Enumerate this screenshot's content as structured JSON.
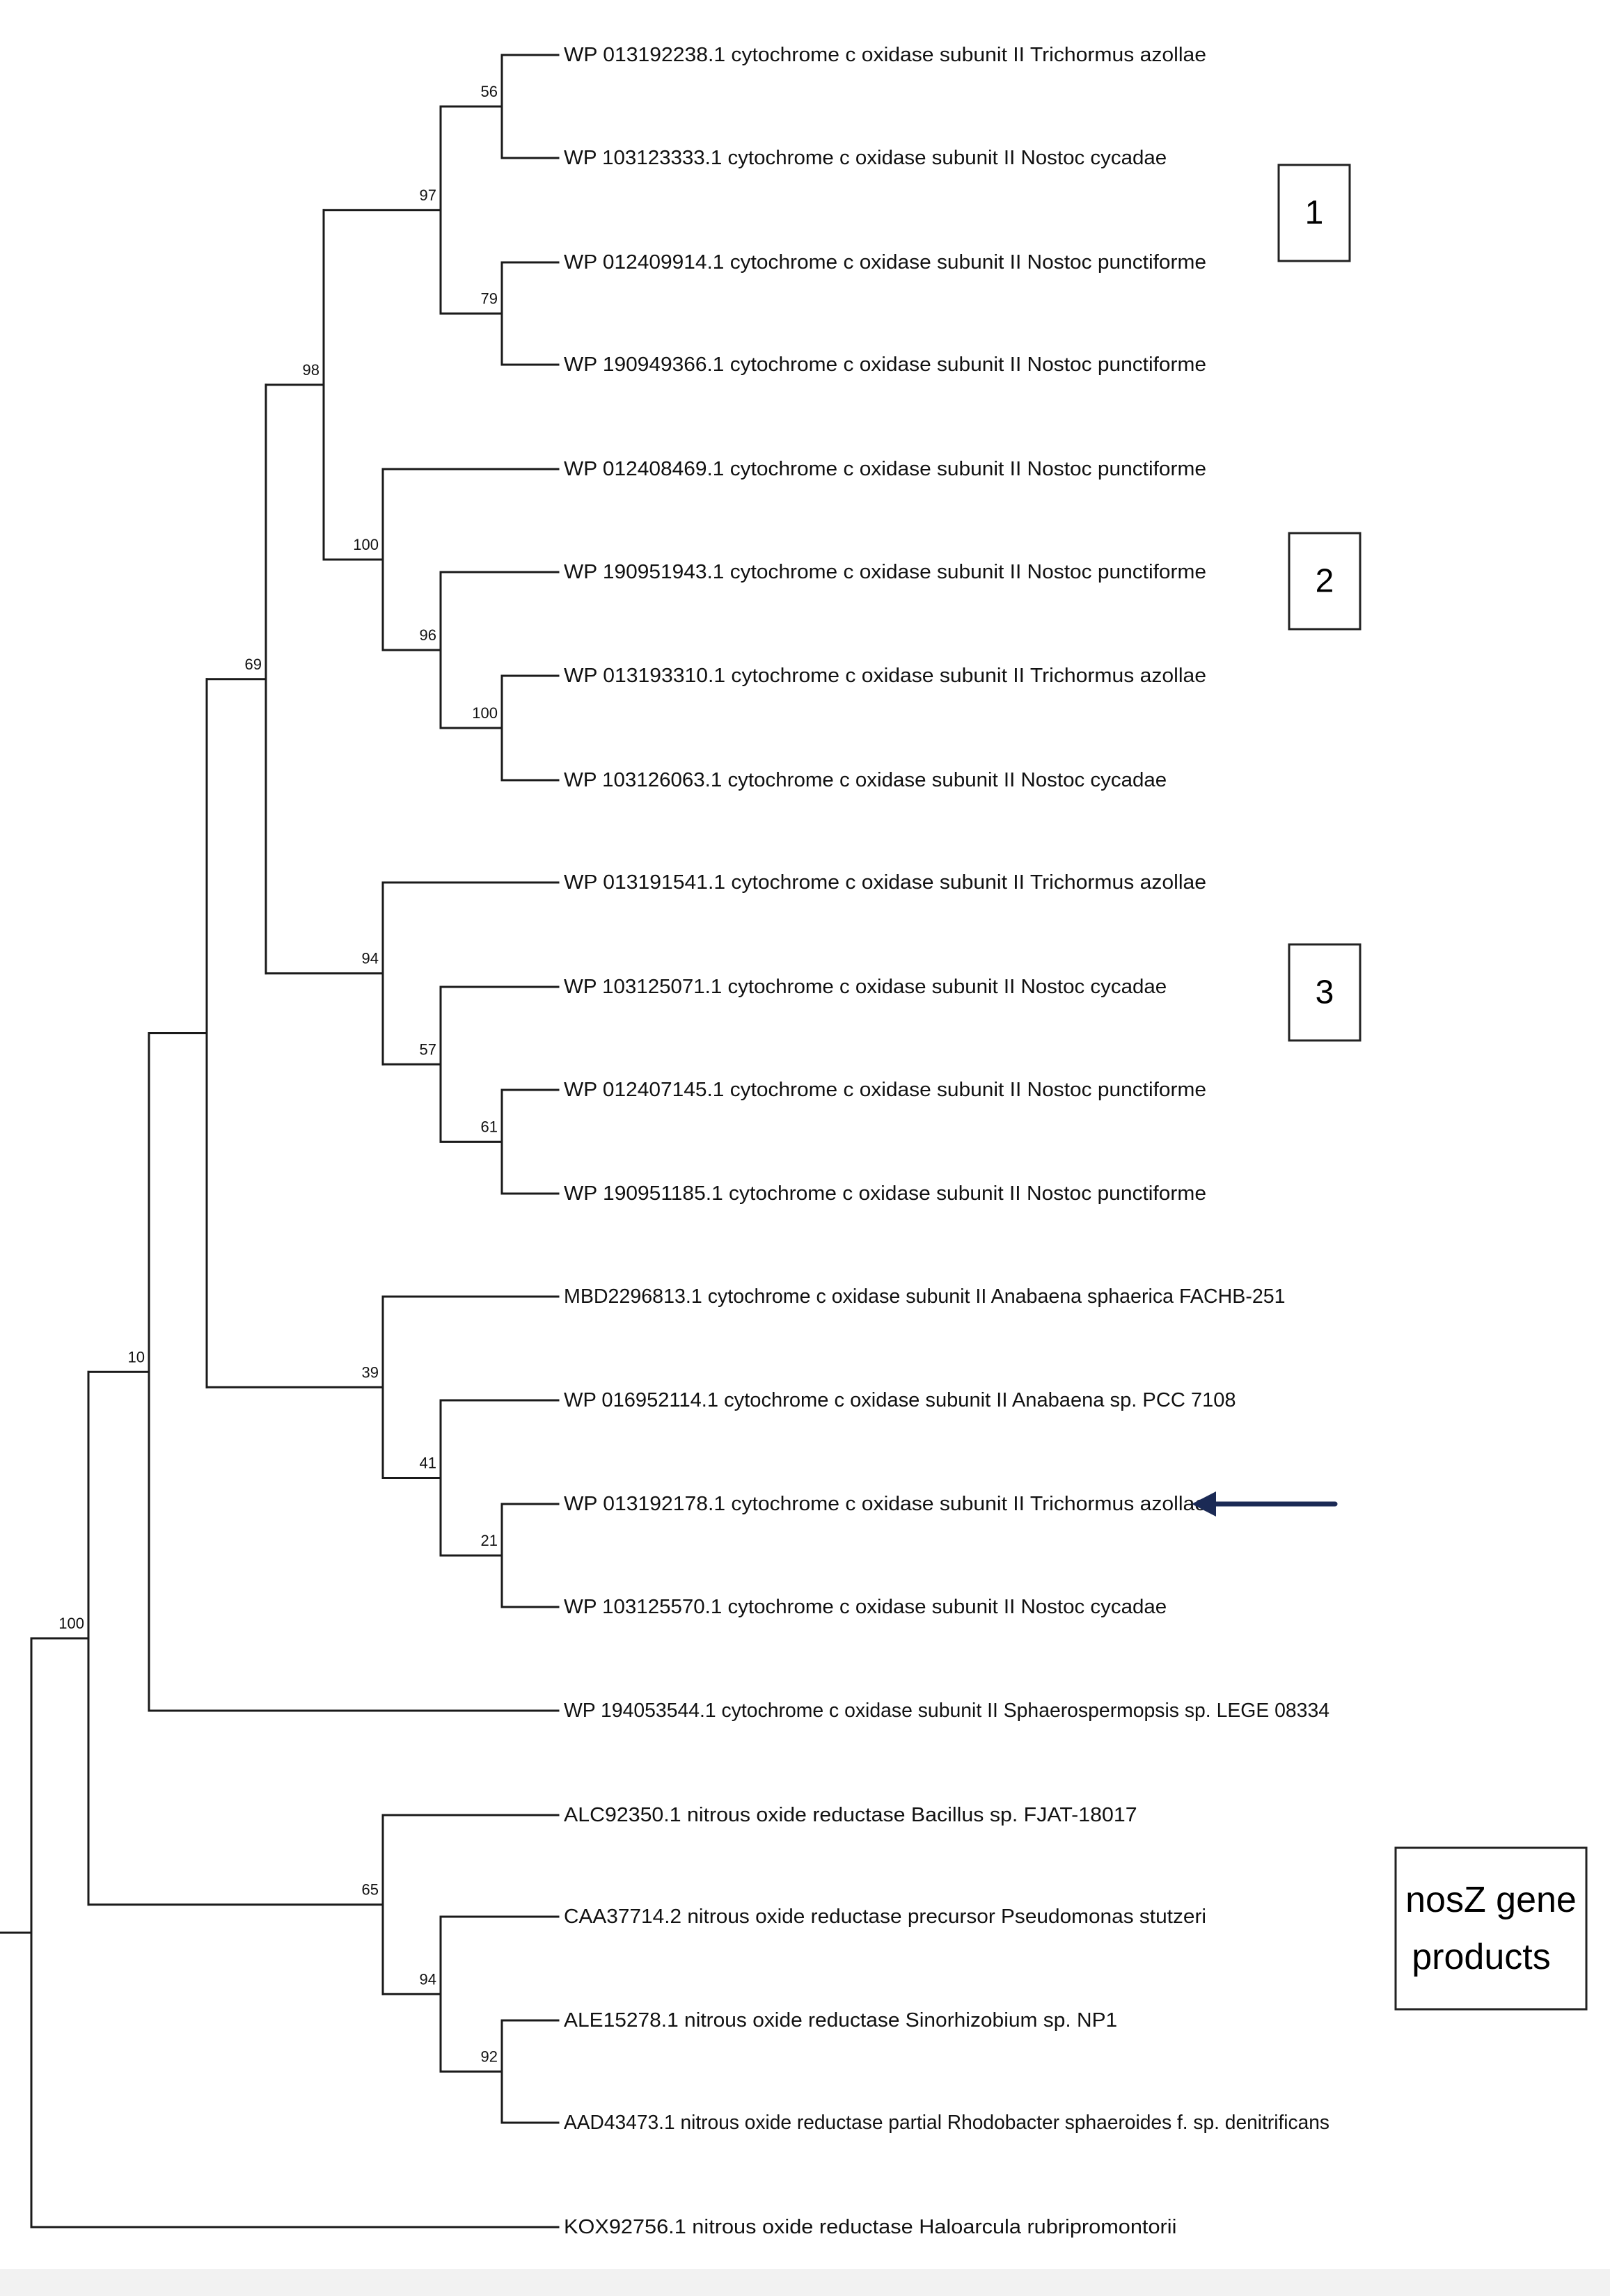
{
  "colors": {
    "branch": "#1a1a1a",
    "group_bracket": "#1b2a55",
    "nosz_bracket": "#a31f1f",
    "arrow": "#1b2a55"
  },
  "leaves": [
    "WP 013192238.1 cytochrome c oxidase subunit II Trichormus azollae",
    "WP 103123333.1 cytochrome c oxidase subunit II Nostoc cycadae",
    "WP 012409914.1 cytochrome c oxidase subunit II Nostoc punctiforme",
    "WP 190949366.1 cytochrome c oxidase subunit II Nostoc punctiforme",
    "WP 012408469.1 cytochrome c oxidase subunit II Nostoc punctiforme",
    "WP 190951943.1 cytochrome c oxidase subunit II Nostoc punctiforme",
    "WP 013193310.1 cytochrome c oxidase subunit II Trichormus azollae",
    "WP 103126063.1 cytochrome c oxidase subunit II Nostoc cycadae",
    "WP 013191541.1 cytochrome c oxidase subunit II Trichormus azollae",
    "WP 103125071.1 cytochrome c oxidase subunit II Nostoc cycadae",
    "WP 012407145.1 cytochrome c oxidase subunit II Nostoc punctiforme",
    "WP 190951185.1 cytochrome c oxidase subunit II Nostoc punctiforme",
    "MBD2296813.1 cytochrome c oxidase subunit II Anabaena sphaerica FACHB-251",
    "WP 016952114.1 cytochrome c oxidase subunit II Anabaena sp. PCC 7108",
    "WP 013192178.1 cytochrome c oxidase subunit II Trichormus azollae",
    "WP 103125570.1 cytochrome c oxidase subunit II Nostoc cycadae",
    "WP 194053544.1 cytochrome c oxidase subunit II Sphaerospermopsis sp. LEGE 08334",
    "ALC92350.1 nitrous oxide reductase Bacillus sp. FJAT-18017",
    "CAA37714.2 nitrous oxide reductase precursor Pseudomonas stutzeri",
    "ALE15278.1 nitrous oxide reductase Sinorhizobium sp. NP1",
    "AAD43473.1 nitrous oxide reductase partial Rhodobacter sphaeroides f. sp. denitrificans",
    "KOX92756.1 nitrous oxide reductase Haloarcula rubripromontorii"
  ],
  "bootstrap": [
    "56",
    "79",
    "97",
    "100",
    "96",
    "100",
    "61",
    "57",
    "94",
    "98",
    "21",
    "41",
    "39",
    "69",
    "10",
    "92",
    "94",
    "65",
    "100"
  ],
  "groups": [
    {
      "label": "1",
      "icon": "right-bracket",
      "color": "#1b2a55"
    },
    {
      "label": "2",
      "icon": "right-bracket",
      "color": "#1b2a55"
    },
    {
      "label": "3",
      "icon": "right-bracket",
      "color": "#1b2a55"
    },
    {
      "label_lines": [
        "nosZ gene",
        "products"
      ],
      "icon": "right-bracket",
      "color": "#a31f1f"
    }
  ],
  "arrow": {
    "icon": "left-arrow-icon"
  }
}
